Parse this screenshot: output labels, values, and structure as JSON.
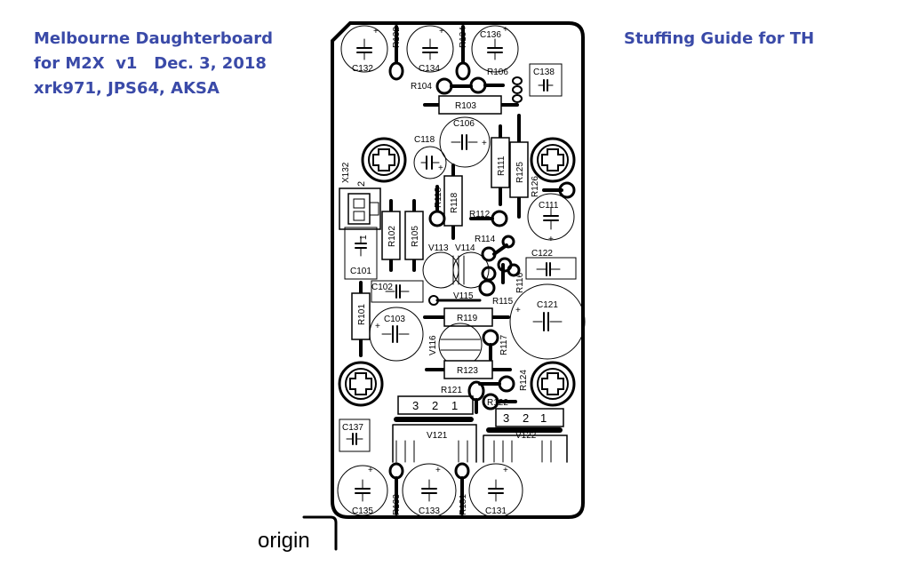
{
  "header": {
    "title_lines": [
      "Melbourne Daughterboard",
      "for M2X  v1   Dec. 3, 2018",
      "xrk971, JPS64, AKSA"
    ],
    "guide_title": "Stuffing Guide for TH"
  },
  "origin_label": "origin",
  "capacitors": {
    "c132": "C132",
    "c134": "C134",
    "c136": "C136",
    "c138": "C138",
    "c106": "C106",
    "c118": "C118",
    "c111": "C111",
    "c122": "C122",
    "c101": "C101",
    "c102": "C102",
    "c103": "C103",
    "c121": "C121",
    "c137": "C137",
    "c135": "C135",
    "c133": "C133",
    "c131": "C131"
  },
  "resistors": {
    "r132": "R132",
    "r134": "R134",
    "r106": "R106",
    "r104": "R104",
    "r103": "R103",
    "r111": "R111",
    "r125": "R125",
    "r126": "R126",
    "r113": "R113",
    "r118": "R118",
    "r112": "R112",
    "r114": "R114",
    "r116": "R116",
    "r102": "R102",
    "r105": "R105",
    "r115": "R115",
    "r101": "R101",
    "r119": "R119",
    "r117": "R117",
    "r123": "R123",
    "r121": "R121",
    "r124": "R124",
    "r122": "R122",
    "r133": "R133",
    "r131": "R131"
  },
  "transistors": {
    "v113": "V113",
    "v114": "V114",
    "v115": "V115",
    "v116": "V116",
    "v121": "V121",
    "v122": "V122"
  },
  "connector": {
    "label": "X132",
    "pin1": "1",
    "pin2": "2"
  },
  "pins": {
    "p3": "3",
    "p2": "2",
    "p1": "1"
  },
  "polarity": "+"
}
